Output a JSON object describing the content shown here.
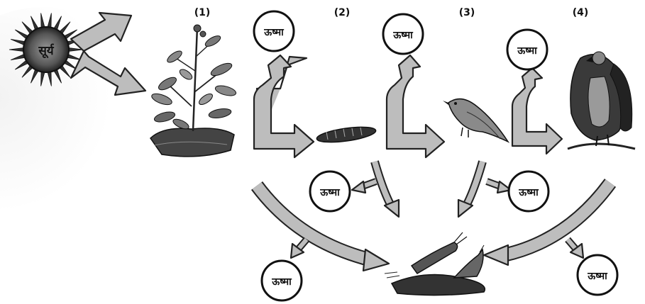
{
  "sun": {
    "label": "सूर्य"
  },
  "trophic_levels": [
    {
      "number": "(1)"
    },
    {
      "number": "(2)"
    },
    {
      "number": "(3)"
    },
    {
      "number": "(4)"
    }
  ],
  "heat_label": "ऊष्मा",
  "colors": {
    "arrow_fill": "#bdbdbd",
    "outline": "#111111",
    "sun_body": "#555555"
  },
  "icons": [
    "sun-icon",
    "plant-icon",
    "caterpillar-icon",
    "bird-icon",
    "vulture-icon",
    "decomposer-icon"
  ]
}
